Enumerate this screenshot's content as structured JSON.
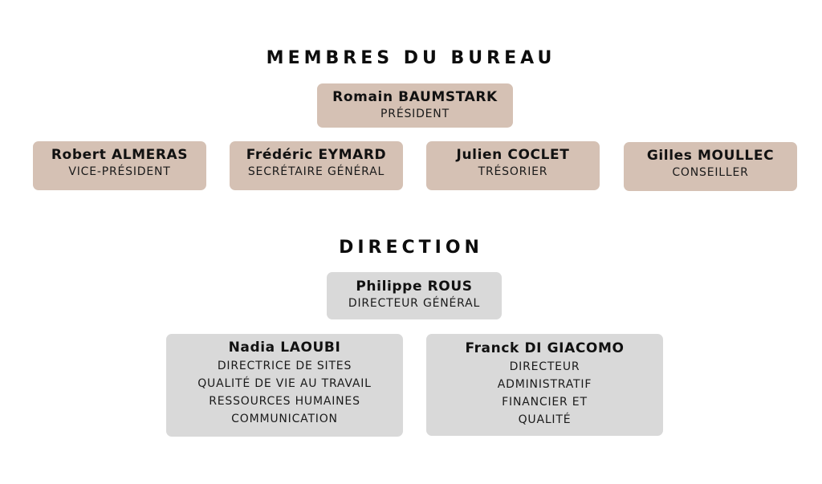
{
  "bureau": {
    "title": "MEMBRES DU BUREAU",
    "president": {
      "name": "Romain BAUMSTARK",
      "role": "PRÉSIDENT"
    },
    "members": [
      {
        "name": "Robert ALMERAS",
        "role": "VICE-PRÉSIDENT"
      },
      {
        "name": "Frédéric EYMARD",
        "role": "SECRÉTAIRE GÉNÉRAL"
      },
      {
        "name": "Julien COCLET",
        "role": "TRÉSORIER"
      },
      {
        "name": "Gilles MOULLEC",
        "role": "CONSEILLER"
      }
    ]
  },
  "direction": {
    "title": "DIRECTION",
    "head": {
      "name": "Philippe ROUS",
      "role": "DIRECTEUR GÉNÉRAL"
    },
    "members": [
      {
        "name": "Nadia LAOUBI",
        "roles": [
          "DIRECTRICE DE SITES",
          "QUALITÉ DE VIE AU TRAVAIL",
          "RESSOURCES HUMAINES",
          "COMMUNICATION"
        ]
      },
      {
        "name": "Franck DI GIACOMO",
        "roles": [
          "DIRECTEUR",
          "ADMINISTRATIF",
          "FINANCIER ET",
          "QUALITÉ"
        ]
      }
    ]
  },
  "colors": {
    "bureau_card": "#d5c1b4",
    "direction_card": "#d9d9d9",
    "text": "#111111"
  }
}
